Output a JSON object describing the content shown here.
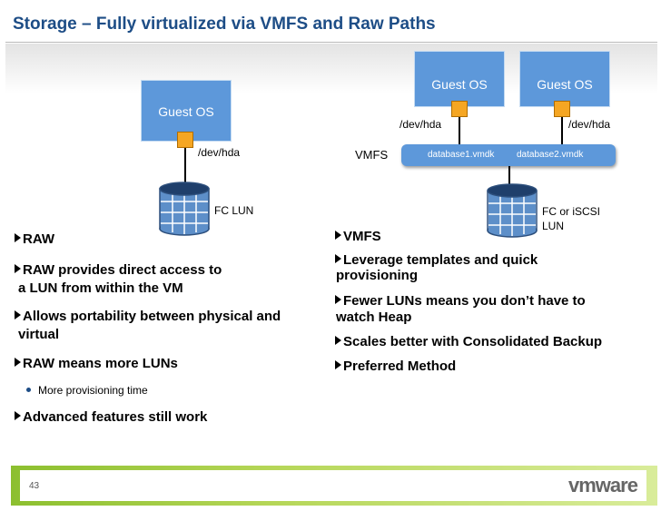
{
  "header": {
    "title": "Storage – Fully virtualized via VMFS and Raw Paths"
  },
  "raw_diagram": {
    "guest_label": "Guest OS",
    "dev_label": "/dev/hda",
    "lun_label": "FC LUN"
  },
  "vmfs_diagram": {
    "guest1_label": "Guest OS",
    "guest2_label": "Guest OS",
    "dev1_label": "/dev/hda",
    "dev2_label": "/dev/hda",
    "vmfs_label": "VMFS",
    "vmdk1": "database1.vmdk",
    "vmdk2": "database2.vmdk",
    "lun_label": "FC or iSCSI LUN"
  },
  "left_bullets": {
    "b1": "RAW",
    "b2a": "RAW provides direct access to",
    "b2b": "a LUN from within the VM",
    "b3a": "Allows portability between physical and",
    "b3b": "virtual",
    "b4": "RAW means more LUNs",
    "b4sub": "More provisioning time",
    "b5": "Advanced features still work"
  },
  "right_bullets": {
    "b1": "VMFS",
    "b2a": "Leverage templates and quick",
    "b2b": "provisioning",
    "b3a": "Fewer LUNs means you don’t have to",
    "b3b": "watch Heap",
    "b4": "Scales better with Consolidated Backup",
    "b5": "Preferred Method"
  },
  "footer": {
    "page_number": "43",
    "logo": "vmware"
  },
  "colors": {
    "title": "#1d4d86",
    "guest_box": "#5d98da",
    "port": "#f5a623",
    "footer_green": "#8cbf2f"
  }
}
